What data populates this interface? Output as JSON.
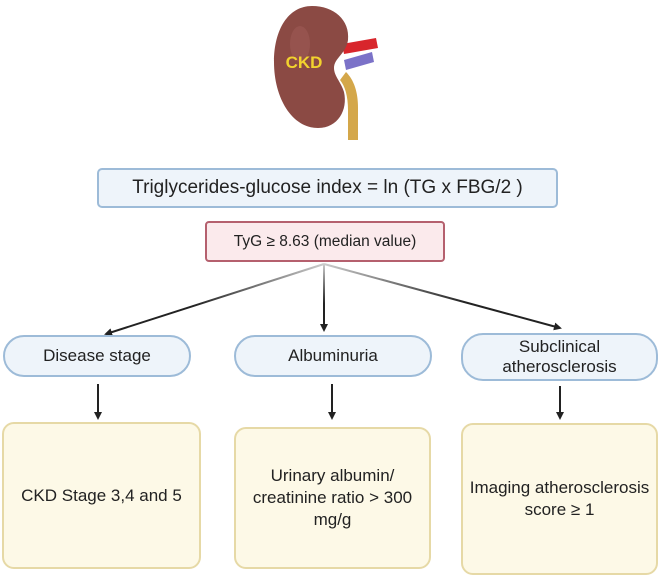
{
  "organ": {
    "label": "CKD"
  },
  "formula": {
    "text": "Triglycerides-glucose index = ln (TG x FBG/2 )"
  },
  "threshold": {
    "text": "TyG ≥ 8.63 (median value)"
  },
  "categories": [
    {
      "label": "Disease stage"
    },
    {
      "label": "Albuminuria"
    },
    {
      "label": "Subclinical atherosclerosis"
    }
  ],
  "outcomes": [
    {
      "text": "CKD Stage 3,4 and 5"
    },
    {
      "text": "Urinary albumin/ creatinine ratio > 300 mg/g"
    },
    {
      "text": "Imaging atherosclerosis score ≥ 1"
    }
  ],
  "colors": {
    "kidney": "#8b4a44",
    "kidney_label": "#f2d22e",
    "artery": "#d8262c",
    "vein": "#7b72c8",
    "ureter": "#d4a74a",
    "arrow": "#222222"
  }
}
